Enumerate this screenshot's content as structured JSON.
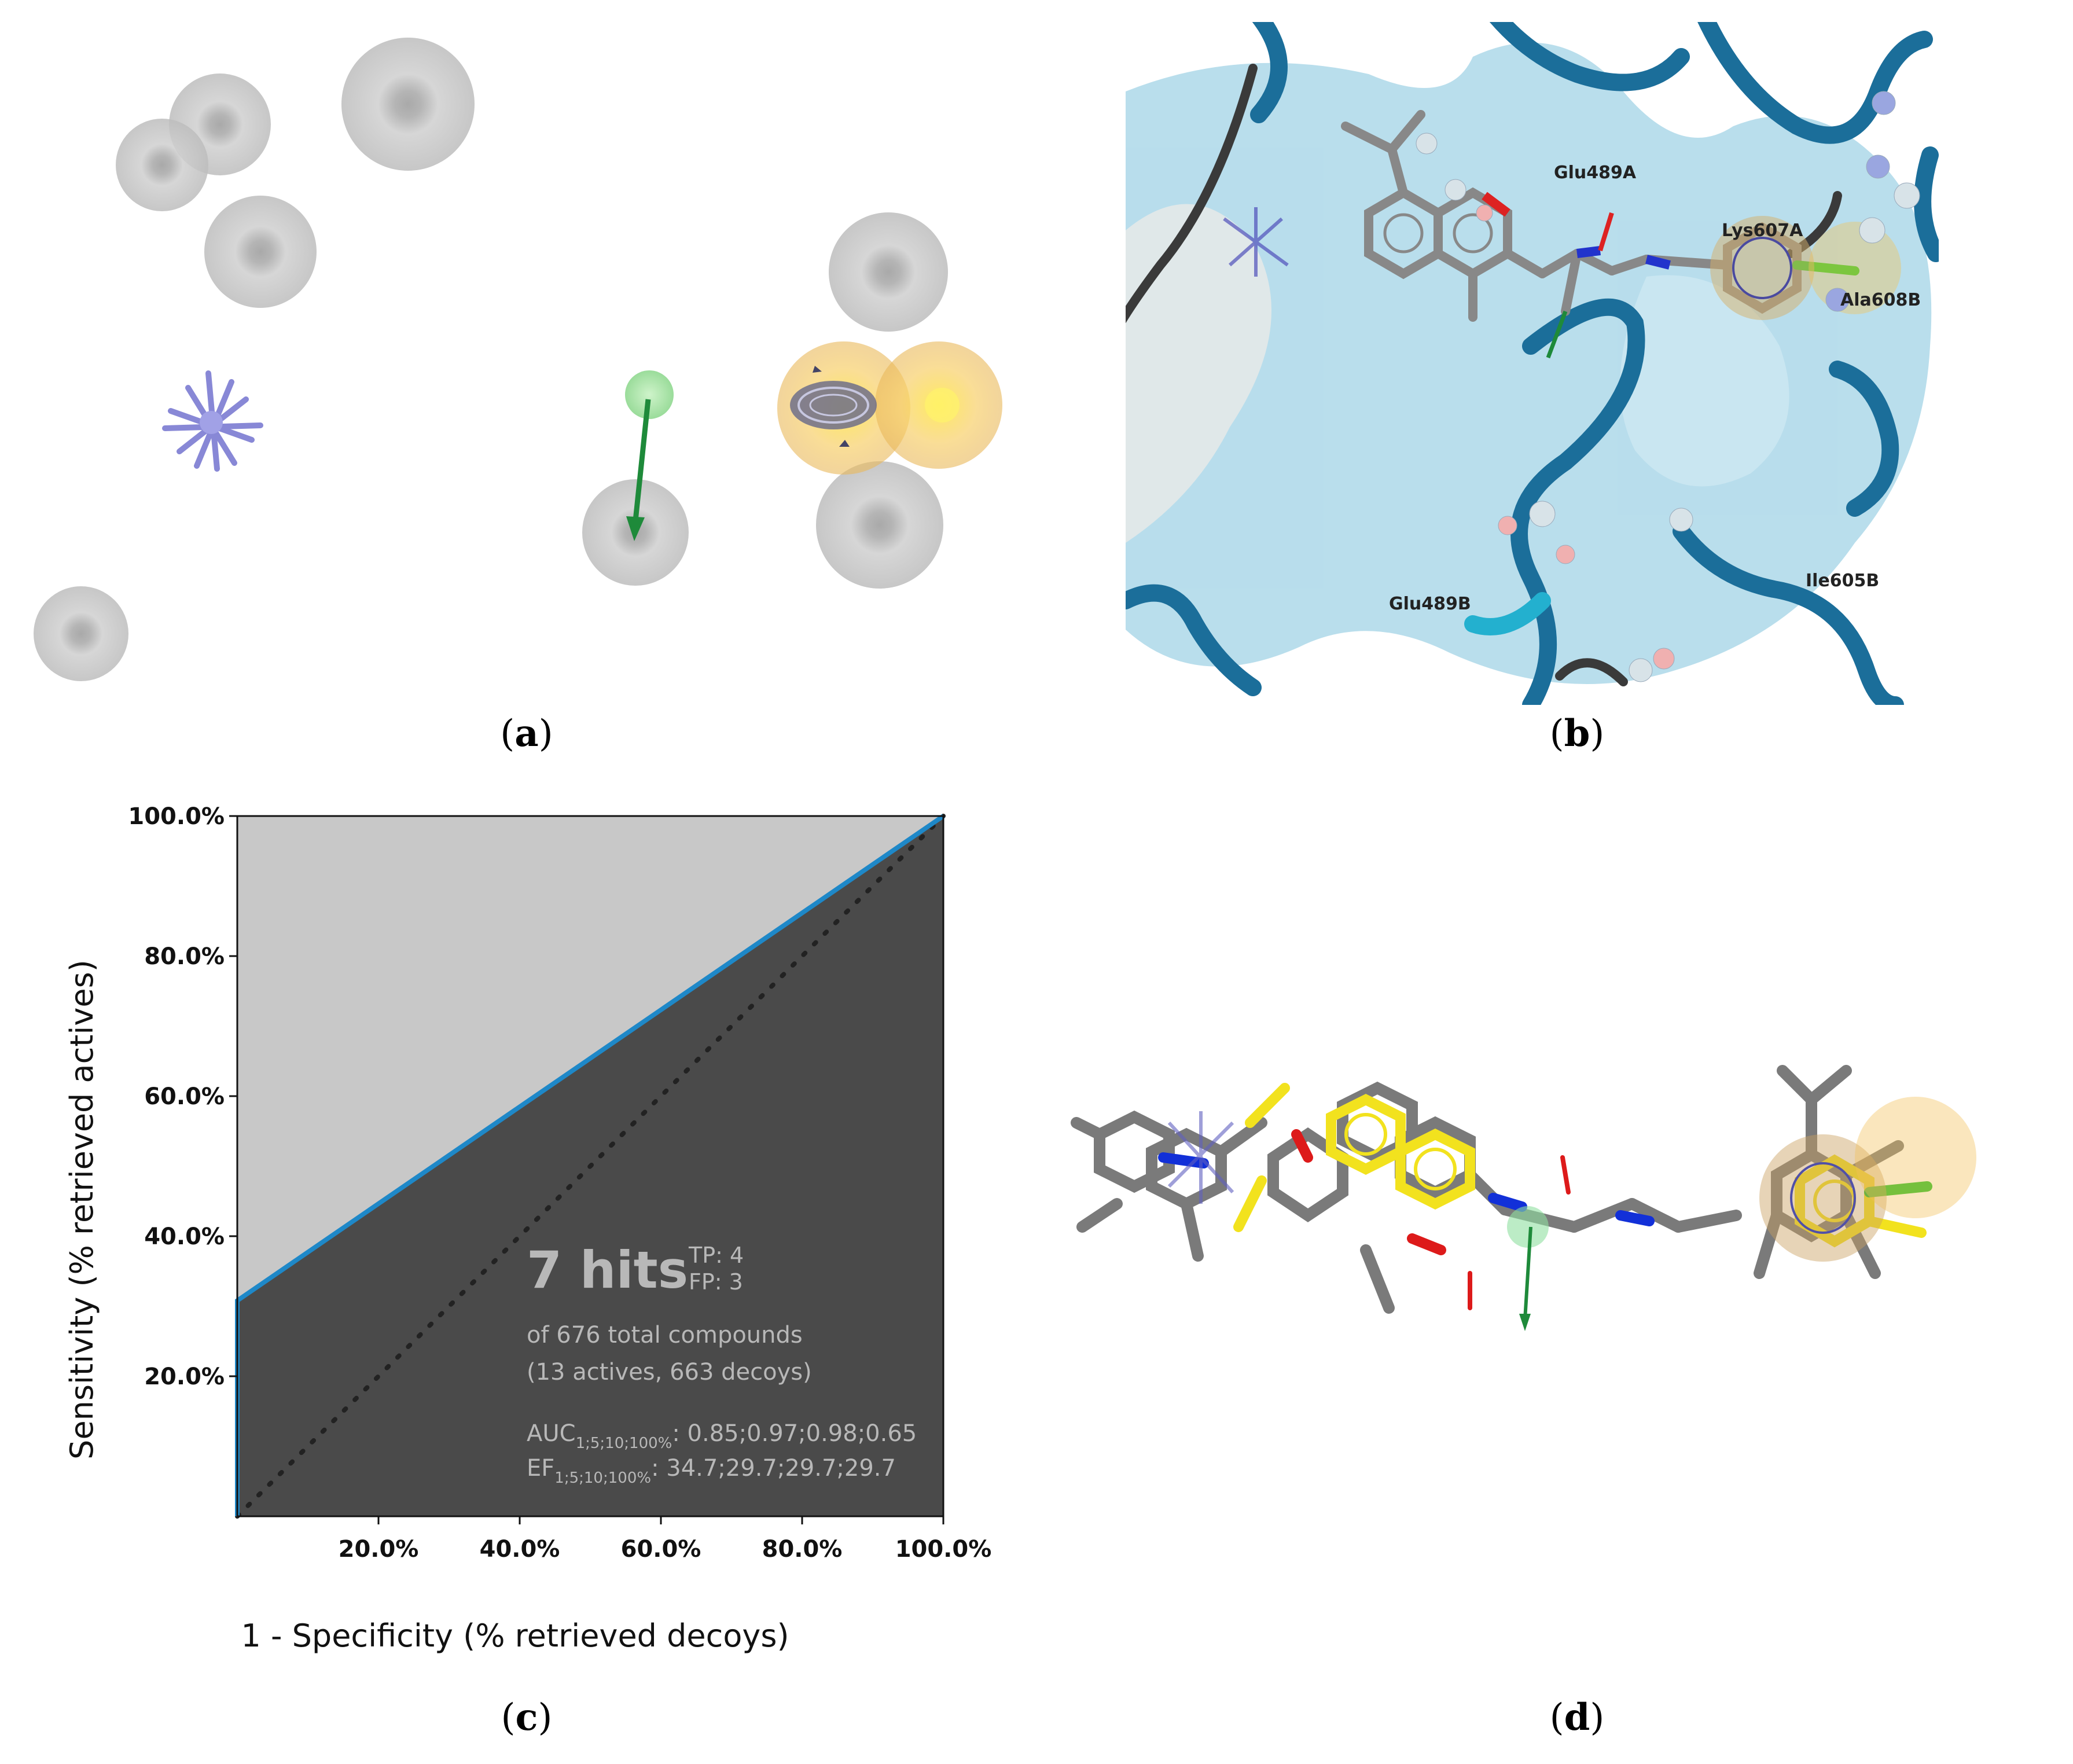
{
  "captions": {
    "a": "a",
    "b": "b",
    "c": "c",
    "d": "d"
  },
  "panel_b": {
    "residue_labels": [
      "Glu489A",
      "Lys607A",
      "Ala608B",
      "Glu489B",
      "Ile605B"
    ]
  },
  "chart_data": {
    "type": "line",
    "xlabel": "1 - Specificity (% retrieved decoys)",
    "ylabel": "Sensitivity (% retrieved actives)",
    "x_ticks": [
      "20.0%",
      "40.0%",
      "60.0%",
      "80.0%",
      "100.0%"
    ],
    "y_ticks": [
      "20.0%",
      "40.0%",
      "60.0%",
      "80.0%",
      "100.0%"
    ],
    "xlim": [
      0,
      100
    ],
    "ylim": [
      0,
      100
    ],
    "series": [
      {
        "x": [
          0,
          0,
          100
        ],
        "y": [
          0,
          30.8,
          100
        ]
      }
    ],
    "diagonal": true,
    "colors": {
      "roc": "#1e88c8",
      "above": "#c8c8c8",
      "below": "#4a4a4a"
    },
    "annotation": {
      "hits": "7 hits",
      "tp": "TP: 4",
      "fp": "FP: 3",
      "total": "of 676 total compounds",
      "breakdown": "(13 actives, 663 decoys)",
      "auc_label": "AUC",
      "auc_sub": "1;5;10;100%",
      "auc_values": ": 0.85;0.97;0.98;0.65",
      "ef_label": "EF",
      "ef_sub": "1;5;10;100%",
      "ef_values": ": 34.7;29.7;29.7;29.7"
    }
  }
}
